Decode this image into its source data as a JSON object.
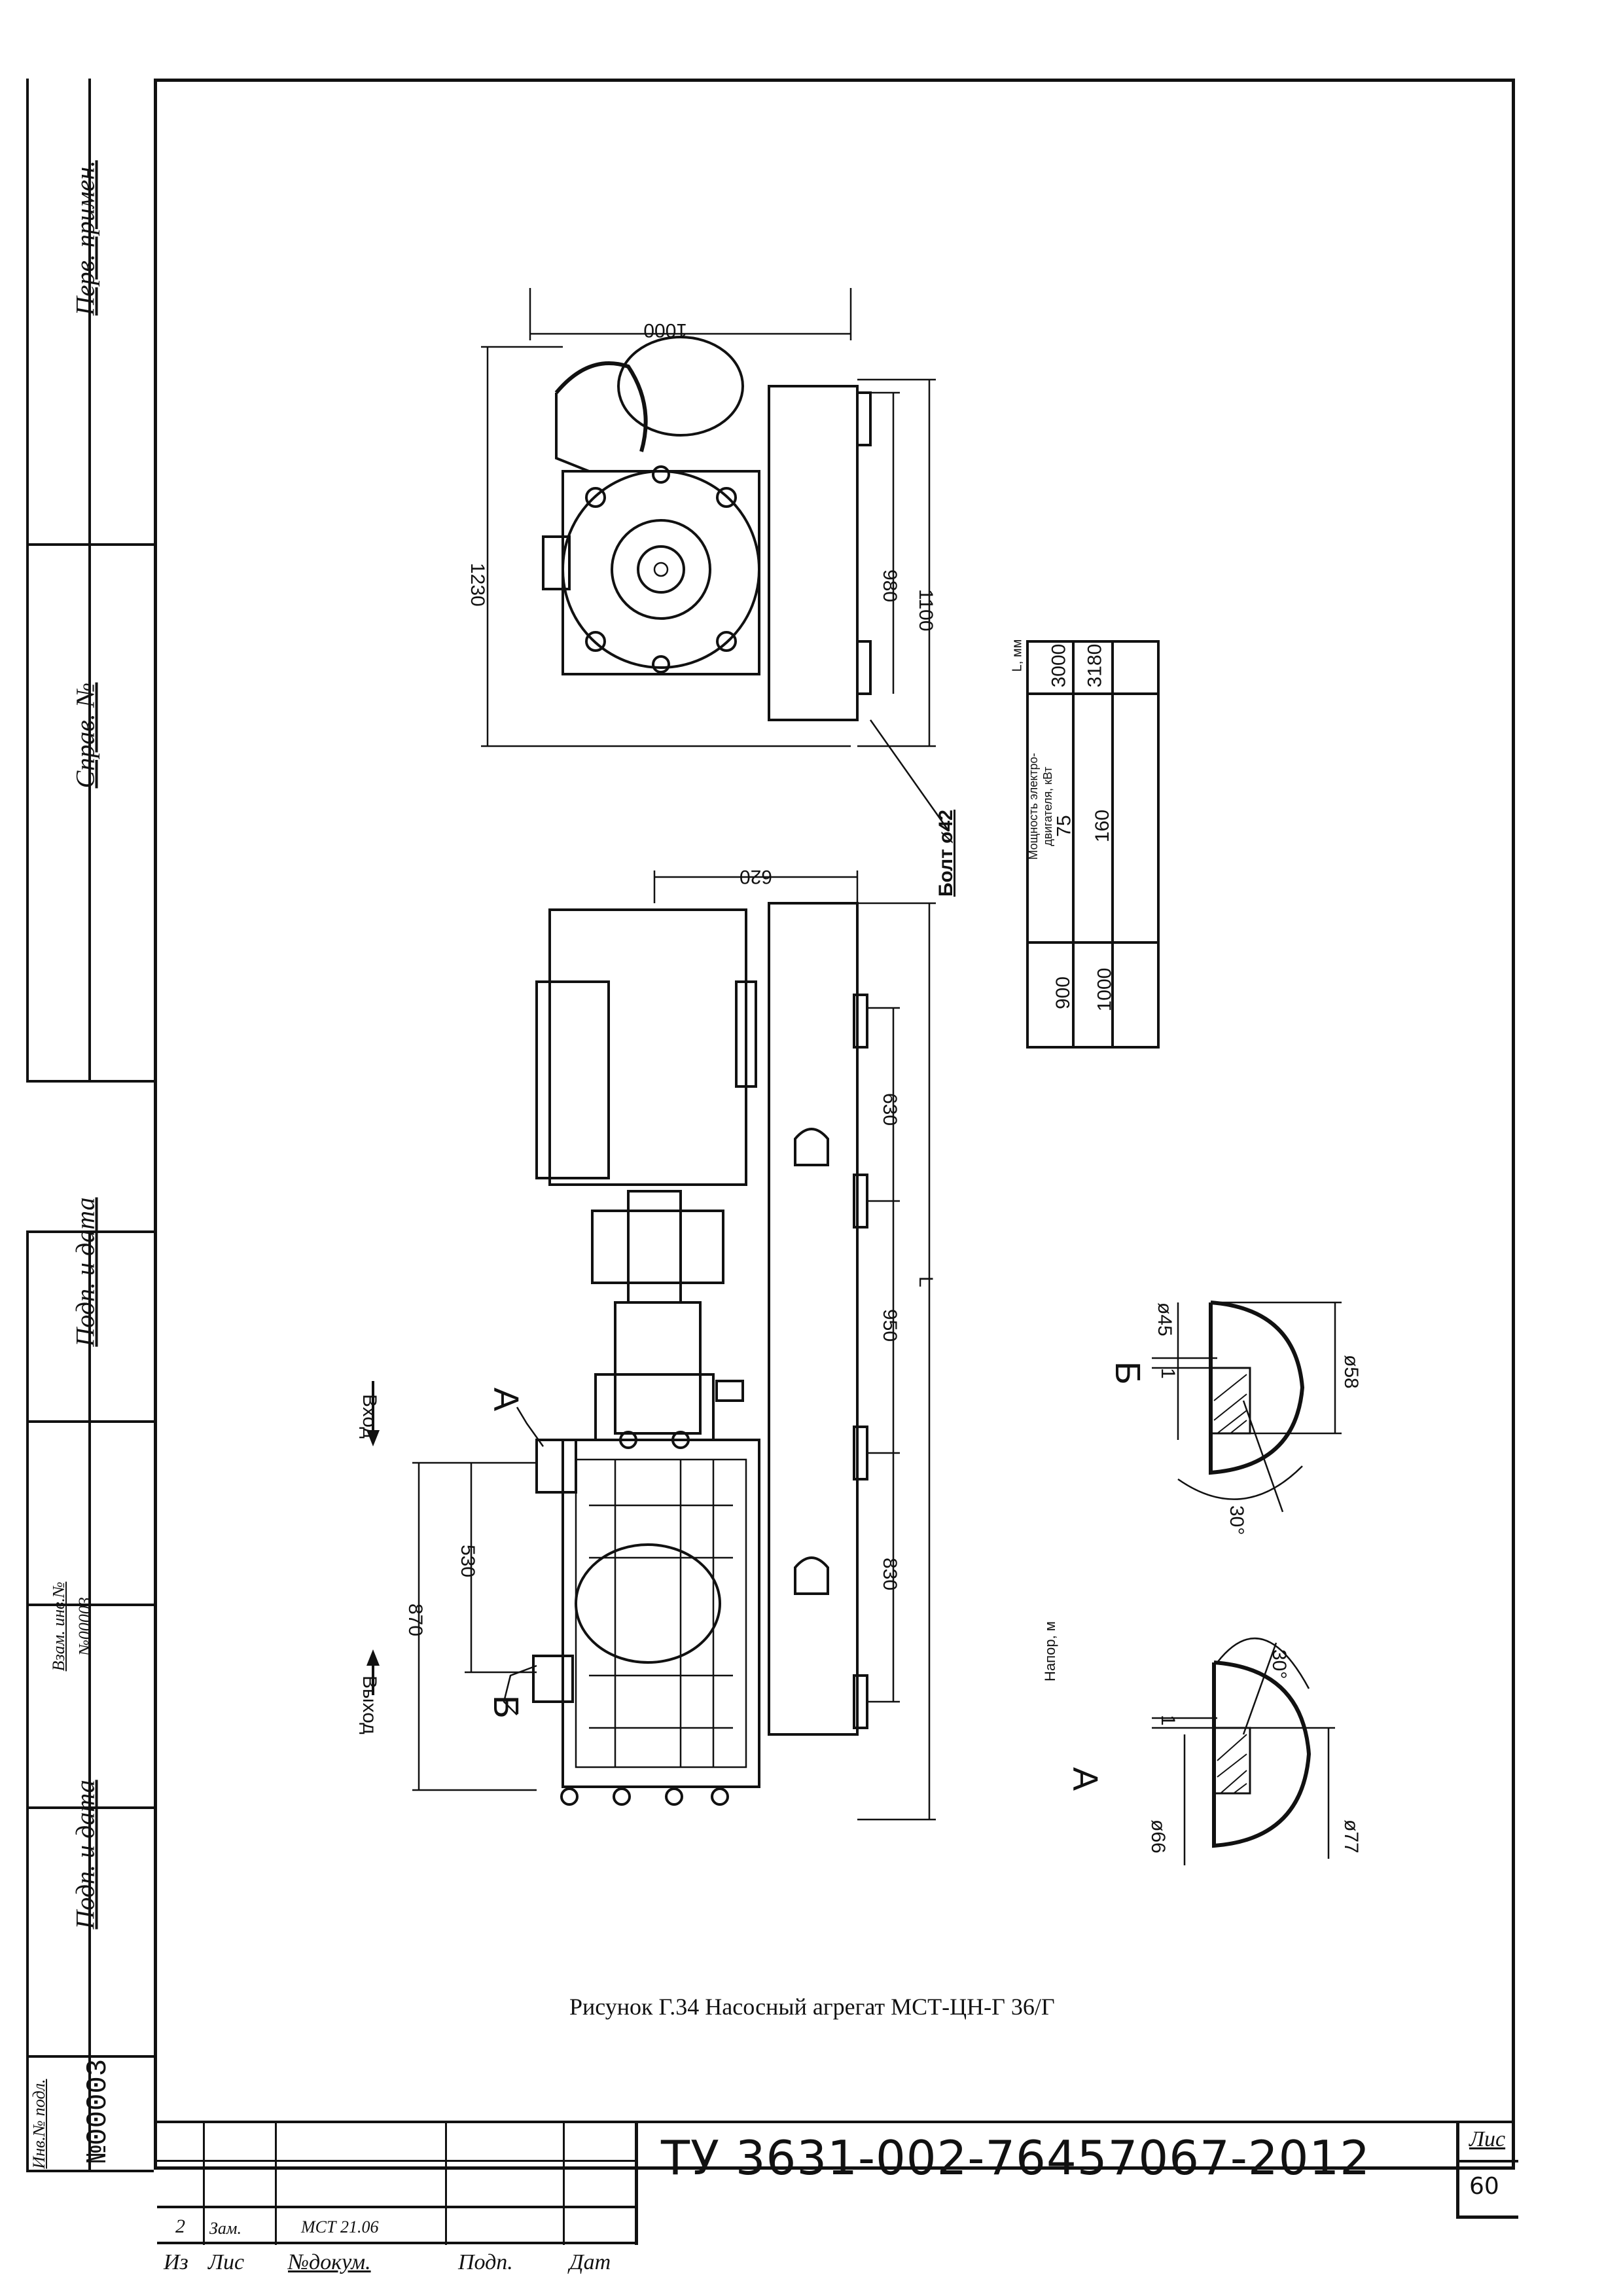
{
  "margin_stamps": {
    "perv_primen": "Перв. примен.",
    "sprav_no": "Справ. №",
    "podp_data_top": "Подп. и дата",
    "vzam_inv": "Взам. инв.№",
    "vzam_inv_value": "№00003",
    "podp_data_bottom": "Подп. и дата",
    "inv_podl": "Инв.№ подл.",
    "inv_podl_value": "№00003"
  },
  "drawing": {
    "dimensions": {
      "side_total": "1230",
      "side_top": "1000",
      "side_base": "980",
      "side_base_outer": "1100",
      "main_height": "620",
      "main_630": "630",
      "main_L": "L",
      "main_950": "950",
      "main_830": "830",
      "main_870": "870",
      "main_530": "530",
      "bolt": "Болт ø42"
    },
    "labels": {
      "vkhod": "Вход",
      "vykhod": "Выход",
      "A": "А",
      "B": "Б"
    },
    "detail_b": {
      "letter": "Б",
      "d1": "ø45",
      "d2": "ø58",
      "gap": "1",
      "angle": "30°"
    },
    "detail_a": {
      "letter": "А",
      "d1": "ø66",
      "d2": "ø77",
      "gap": "1",
      "angle": "30°"
    },
    "caption": "Рисунок Г.34 Насосный агрегат МСТ-ЦН-Г 36/Г"
  },
  "spec_table": {
    "headers": [
      "Напор, м",
      "Мощность электро-двигателя, кВт",
      "L, мм"
    ],
    "rows": [
      [
        "900",
        "75",
        "3000"
      ],
      [
        "1000",
        "160",
        "3180"
      ]
    ]
  },
  "title_block": {
    "doc_number": "ТУ 3631-002-76457067-2012",
    "sheet_label": "Лис",
    "sheet_number": "60",
    "rev_row": {
      "iz": "2",
      "lis": "Зам.",
      "doc": "МСТ 21.06"
    },
    "headers": {
      "iz": "Из",
      "lis": "Лис",
      "doc": "№докум.",
      "podp": "Подп.",
      "data": "Дат"
    }
  }
}
